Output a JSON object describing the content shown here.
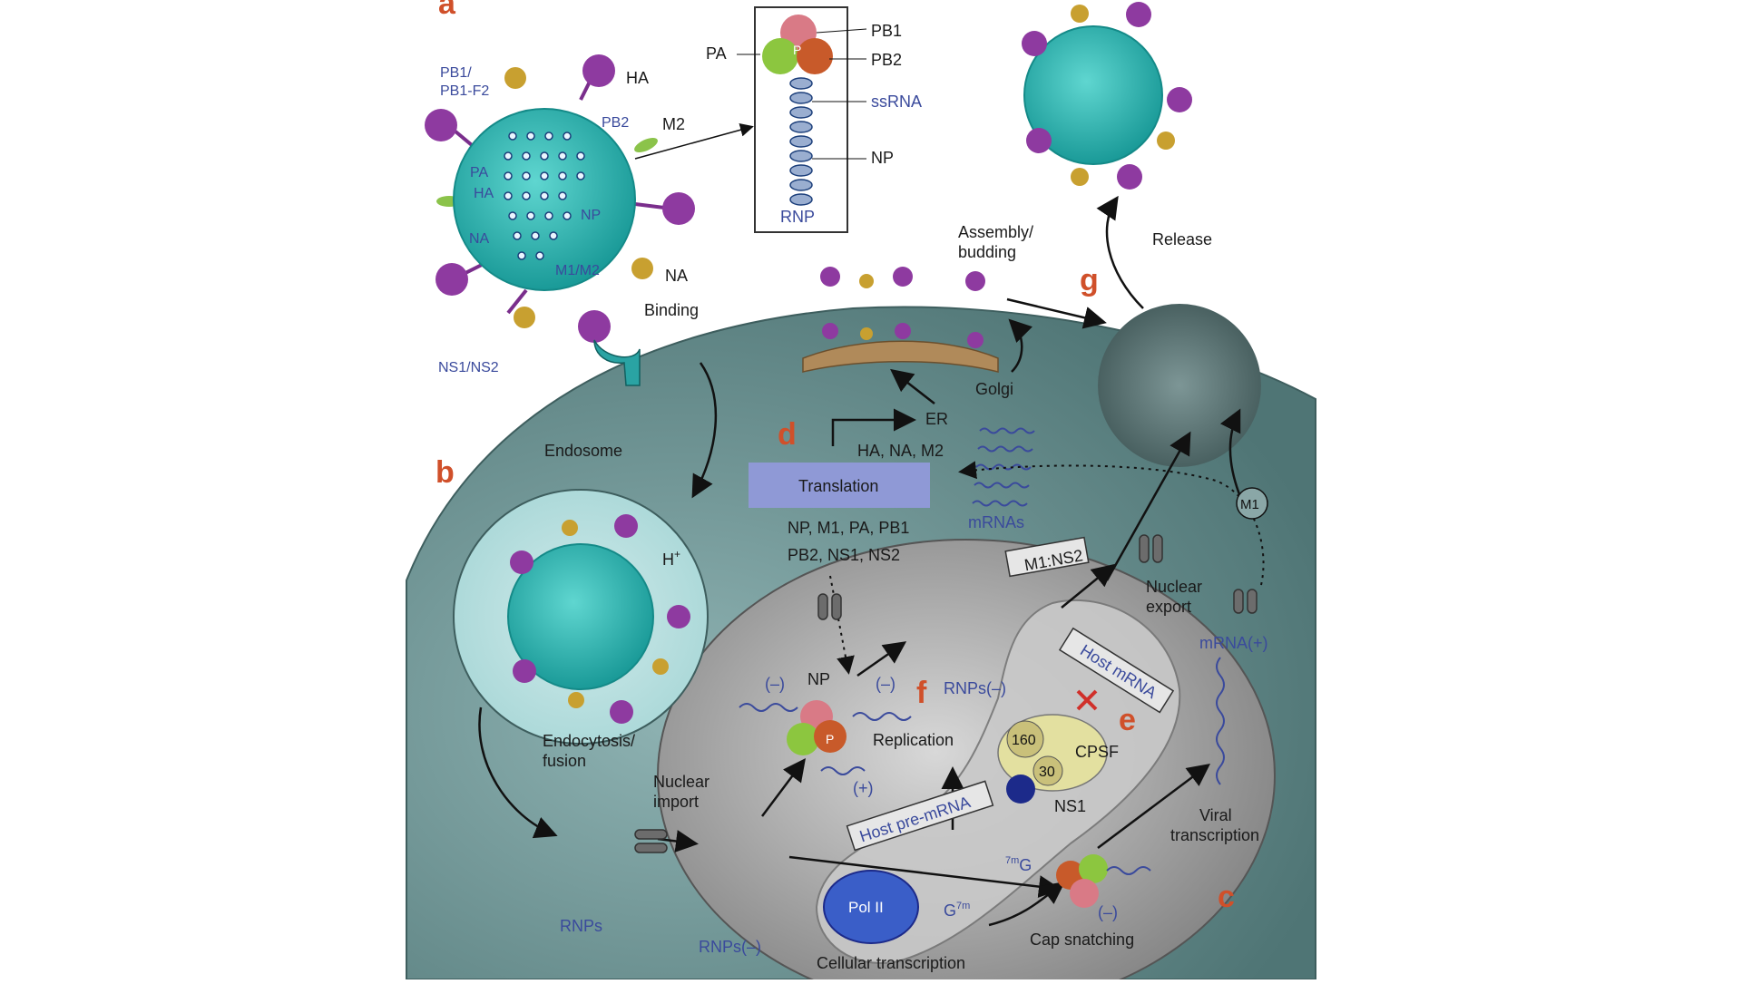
{
  "panels": {
    "a": "a",
    "b": "b",
    "c": "c",
    "d": "d",
    "e": "e",
    "f": "f",
    "g": "g"
  },
  "virion_labels": {
    "pb1_pb1f2_line1": "PB1/",
    "pb1_pb1f2_line2": "PB1-F2",
    "ha": "HA",
    "pb2": "PB2",
    "m2": "M2",
    "pa": "PA",
    "ha_inner": "HA",
    "np": "NP",
    "na_inner": "NA",
    "m1m2": "M1/M2",
    "na": "NA",
    "ns1ns2": "NS1/NS2",
    "binding": "Binding"
  },
  "rnp_box": {
    "pb1": "PB1",
    "pa": "PA",
    "p": "P",
    "pb2": "PB2",
    "ssrna": "ssRNA",
    "np": "NP",
    "rnp": "RNP"
  },
  "cell_labels": {
    "endosome": "Endosome",
    "h_plus": "H",
    "h_plus_sup": "+",
    "endocytosis_line1": "Endocytosis/",
    "endocytosis_line2": "fusion",
    "rnps": "RNPs",
    "nuclear_import_line1": "Nuclear",
    "nuclear_import_line2": "import",
    "rnps_minus": "RNPs(–)",
    "rnps_minus2": "RNPs(–)",
    "er": "ER",
    "golgi": "Golgi",
    "ha_na_m2": "HA, NA, M2",
    "translation": "Translation",
    "mrnas": "mRNAs",
    "proteins_line1": "NP, M1, PA, PB1",
    "proteins_line2": "PB2, NS1, NS2",
    "np_import": "NP",
    "minus_left": "(–)",
    "minus_right": "(–)",
    "plus": "(+)",
    "p": "P",
    "replication": "Replication",
    "m1ns2": "M1:NS2",
    "nuclear_export_line1": "Nuclear",
    "nuclear_export_line2": "export",
    "mrna_plus": "mRNA(+)",
    "host_mrna": "Host mRNA",
    "cpsf": "CPSF",
    "n160": "160",
    "n30": "30",
    "ns1": "NS1",
    "host_premrna": "Host pre-mRNA",
    "viral_transcription_line1": "Viral",
    "viral_transcription_line2": "transcription",
    "pol2": "Pol II",
    "g7m": "G",
    "g7m_sup": "7m",
    "m7g_sup": "7m",
    "m7g": "G",
    "minus_cap": "(–)",
    "cap_snatching": "Cap snatching",
    "cellular_transcription": "Cellular transcription",
    "assembly_line1": "Assembly/",
    "assembly_line2": "budding",
    "release": "Release",
    "m1": "M1"
  },
  "colors": {
    "cell": "#6f9090",
    "virion": "#2bb5b0",
    "ha_spike": "#8e3aa0",
    "na_spike": "#c8a030",
    "nucleus": "#a7a7a7",
    "translation_box": "#8f99d6",
    "step_letter": "#d0502a",
    "label_blue": "#3a4a9c"
  }
}
